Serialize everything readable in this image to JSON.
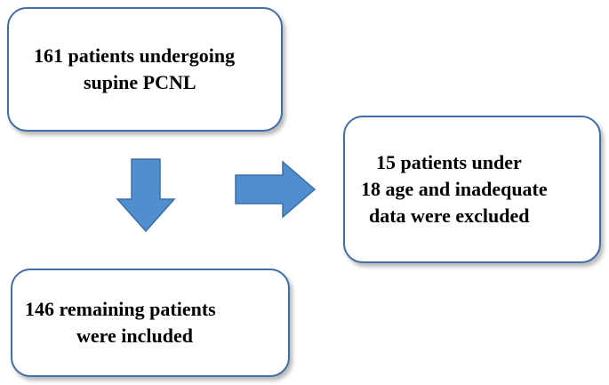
{
  "nodes": {
    "start": {
      "lines": [
        "161 patients undergoing",
        "supine PCNL"
      ]
    },
    "excluded": {
      "lines": [
        "15 patients under",
        "18 age and inadequate",
        "data were excluded"
      ]
    },
    "included": {
      "lines": [
        "146 remaining patients",
        "were included"
      ]
    }
  },
  "edges": [
    {
      "from": "start",
      "to": "included",
      "direction": "down"
    },
    {
      "from": "start",
      "to": "excluded",
      "direction": "right"
    }
  ],
  "colors": {
    "box_border": "#3f6ea8",
    "arrow_fill": "#4f8fd0",
    "arrow_stroke": "#3f6ea8",
    "text": "#000000"
  }
}
